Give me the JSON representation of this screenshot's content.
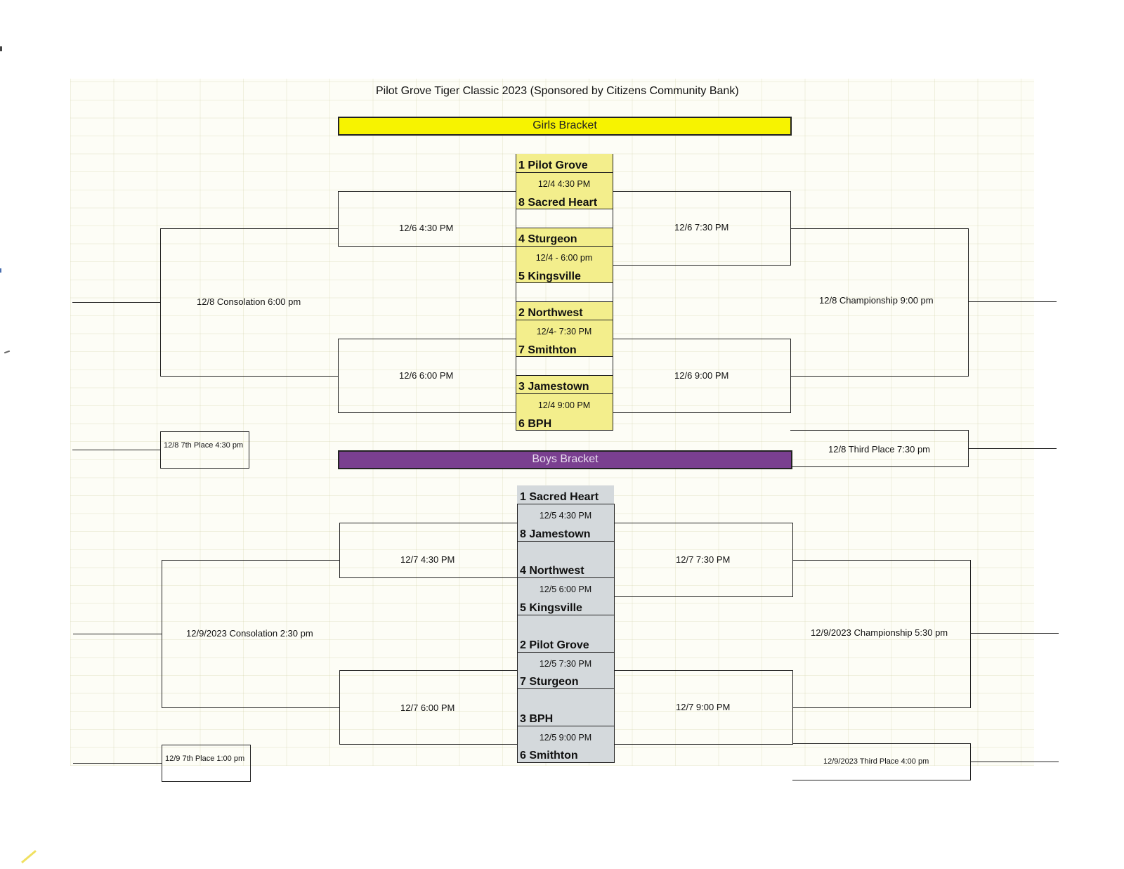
{
  "title": "Pilot Grove Tiger Classic 2023 (Sponsored by Citizens Community Bank)",
  "colors": {
    "girls_banner": "#f7f300",
    "girls_cells": "#f3ee8c",
    "boys_banner": "#7a3f90",
    "boys_cells": "#d4d9dc"
  },
  "girls": {
    "banner": "Girls Bracket",
    "teams": [
      "1 Pilot Grove",
      "8 Sacred Heart",
      "4 Sturgeon",
      "5 Kingsville",
      "2 Northwest",
      "7 Smithton",
      "3 Jamestown",
      "6 BPH"
    ],
    "first_round_times": [
      "12/4 4:30 PM",
      "12/4 - 6:00 pm",
      "12/4- 7:30 PM",
      "12/4 9:00 PM"
    ],
    "consolation_semis": [
      "12/6 4:30 PM",
      "12/6 6:00 PM"
    ],
    "championship_semis": [
      "12/6 7:30 PM",
      "12/6 9:00 PM"
    ],
    "consolation": "12/8 Consolation 6:00 pm",
    "championship": "12/8 Championship 9:00 pm",
    "seventh_place": "12/8 7th Place 4:30 pm",
    "third_place": "12/8 Third Place 7:30 pm"
  },
  "boys": {
    "banner": "Boys Bracket",
    "teams": [
      "1 Sacred Heart",
      "8 Jamestown",
      "4 Northwest",
      "5 Kingsville",
      "2 Pilot Grove",
      "7 Sturgeon",
      "3 BPH",
      "6 Smithton"
    ],
    "first_round_times": [
      "12/5 4:30 PM",
      "12/5 6:00 PM",
      "12/5 7:30 PM",
      "12/5 9:00 PM"
    ],
    "consolation_semis": [
      "12/7 4:30 PM",
      "12/7 6:00 PM"
    ],
    "championship_semis": [
      "12/7 7:30 PM",
      "12/7 9:00 PM"
    ],
    "consolation": "12/9/2023 Consolation 2:30 pm",
    "championship": "12/9/2023 Championship 5:30 pm",
    "seventh_place": "12/9 7th Place 1:00 pm",
    "third_place": "12/9/2023  Third Place 4:00 pm"
  }
}
